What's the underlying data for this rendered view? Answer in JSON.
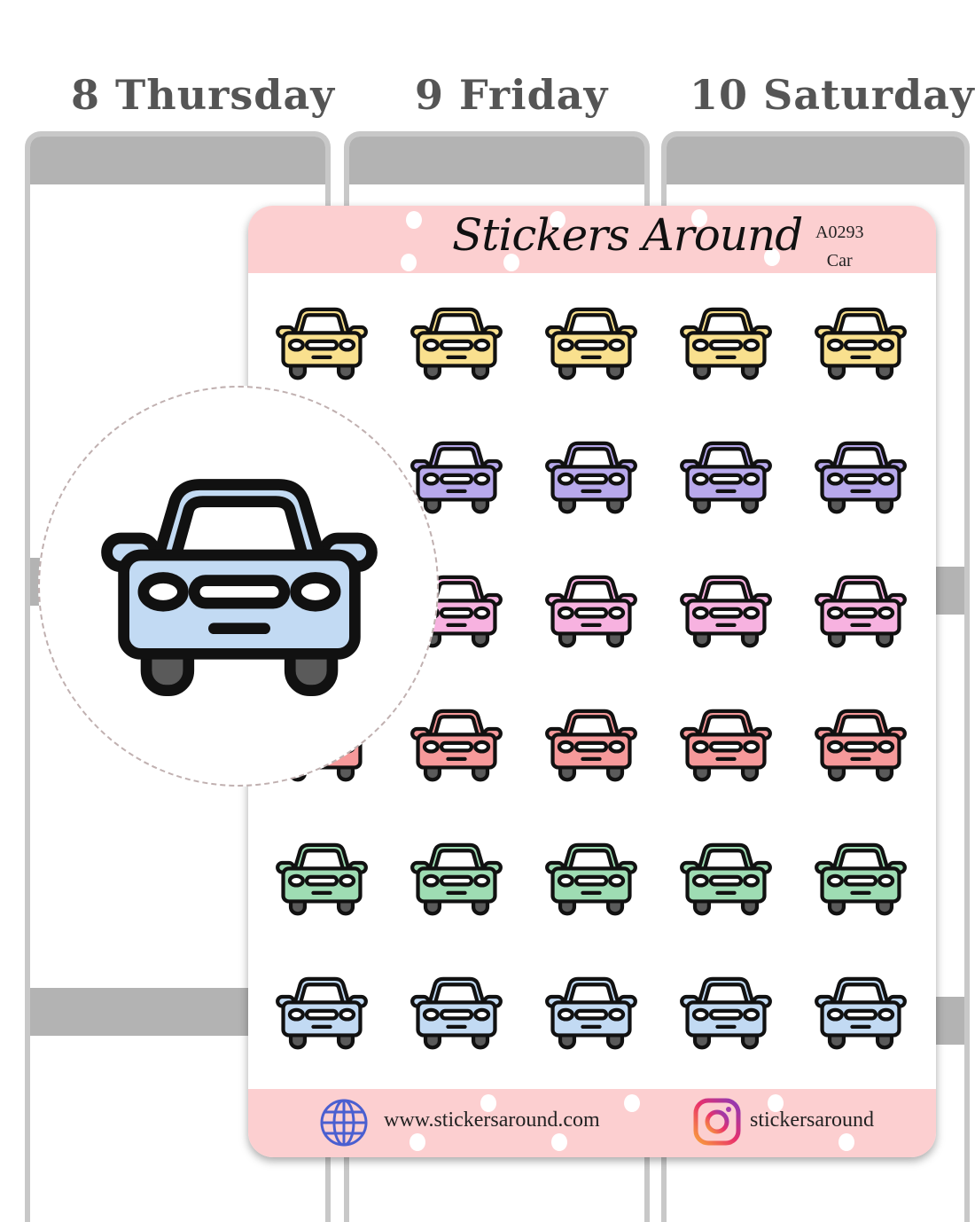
{
  "planner": {
    "days": [
      "8 Thursday",
      "9 Friday",
      "10 Saturday"
    ]
  },
  "sheet": {
    "brand": "Stickers Around",
    "code": "A0293",
    "name": "Car",
    "website": "www.stickersaround.com",
    "instagram": "stickersaround",
    "icons": {
      "website": "globe-icon",
      "instagram": "instagram-icon",
      "sticker": "car-icon"
    }
  },
  "colors": {
    "header_pink": "#fccfd0",
    "rows": [
      "#f9e08e",
      "#b8a9ec",
      "#f7b2e0",
      "#f6999a",
      "#9edcb3",
      "#c2daf3"
    ],
    "zoomed_car": "#c2daf3"
  },
  "grid": {
    "rows": 6,
    "columns": 5
  }
}
